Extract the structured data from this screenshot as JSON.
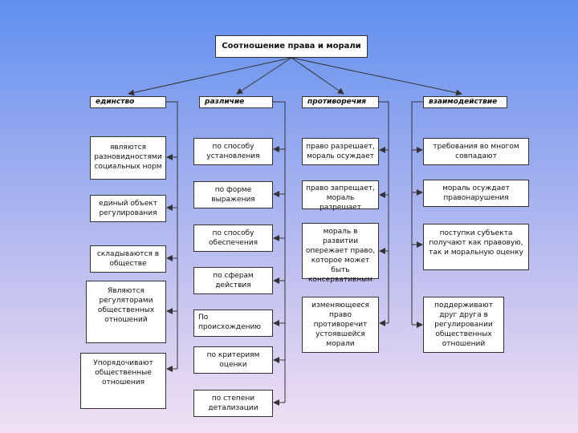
{
  "title": "Соотношение права и морали",
  "columns": [
    {
      "header": "единство",
      "items": [
        "являются разновидностями социальных норм",
        "единый объект регулирования",
        "складываются в обществе",
        "Являются регуляторами общественных отношений",
        "Упорядочивают общественные отношения"
      ]
    },
    {
      "header": "различие",
      "items": [
        "по способу установления",
        "по форме выражения",
        "по способу обеспечения",
        "по сферам действия",
        "По происхождению",
        "по критериям оценки",
        "по степени детализации"
      ]
    },
    {
      "header": "противоречия",
      "items": [
        "право разрешает, мораль осуждает",
        "право запрещает, мораль разрешает",
        "мораль в развитии опережает право, которое может быть консервативным",
        "изменяющееся право противоречит устоявшейся морали"
      ]
    },
    {
      "header": "взаимодействие",
      "items": [
        "требования во многом совпадают",
        "мораль осуждает правонарушения",
        "поступки субъекта получают как правовую, так и моральную оценку",
        "поддерживают друг друга в регулировании общественных отношений"
      ]
    }
  ]
}
